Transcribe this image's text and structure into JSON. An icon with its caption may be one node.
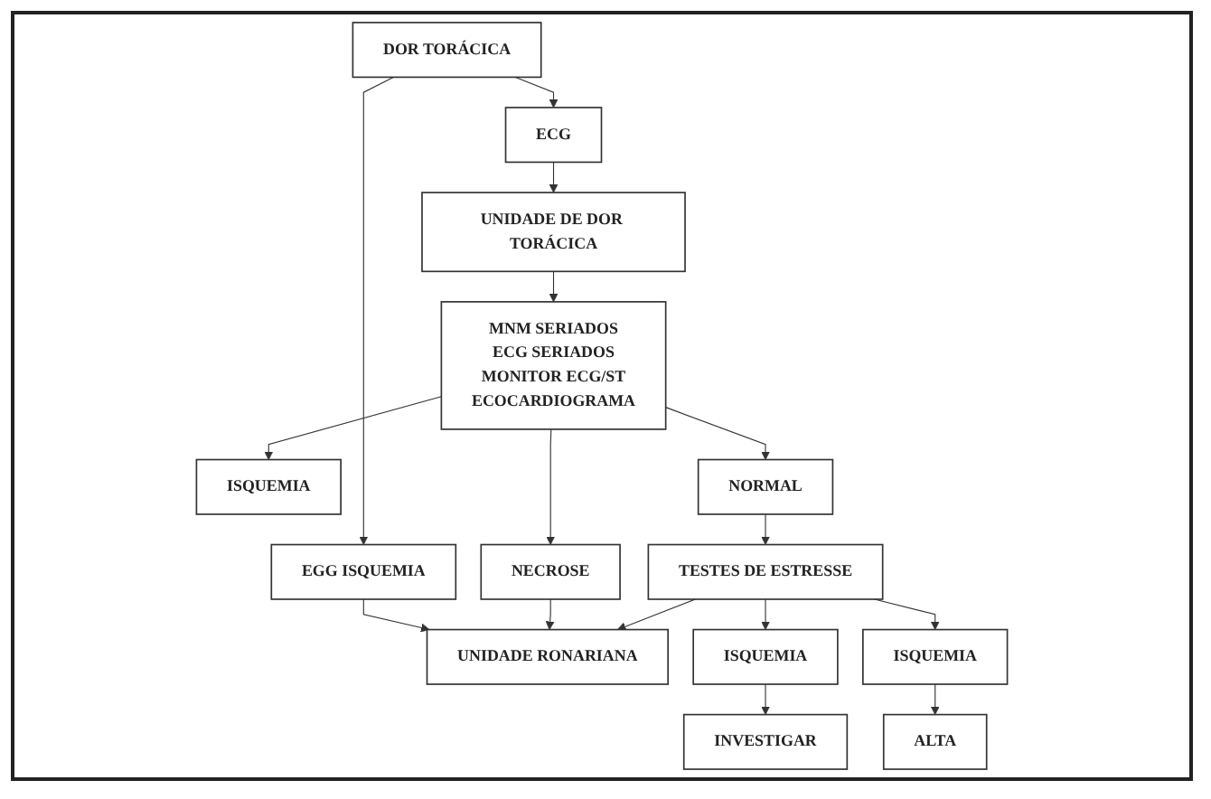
{
  "diagram": {
    "nodes": [
      {
        "text": [
          "DOR TORÁCICA"
        ]
      },
      {
        "text": [
          "EGG ISQUEMIA"
        ]
      },
      {
        "text": [
          "ECG"
        ]
      },
      {
        "text": [
          "UNIDADE RONARIANA"
        ]
      },
      {
        "text": [
          "UNIDADE DE DOR TORÁCICA"
        ]
      },
      {
        "text": [
          "MNM SERIADOS",
          "ECG SERIADOS",
          "MONITOR ECG/ST",
          "ECOCARDIOGRAMA"
        ]
      },
      {
        "text": [
          "NECROSE"
        ]
      },
      {
        "text": [
          "ISQUEMIA"
        ]
      },
      {
        "text": [
          "NORMAL"
        ]
      },
      {
        "text": [
          "TESTES DE ESTRESSE"
        ]
      },
      {
        "text": [
          "ISQUEMIA"
        ]
      },
      {
        "text": [
          "ISQUEMIA"
        ]
      },
      {
        "text": [
          "INVESTIGAR"
        ]
      },
      {
        "text": [
          "ALTA"
        ]
      }
    ],
    "edges": [
      {
        "from": 0,
        "to": 1,
        "arrow": "to"
      },
      {
        "from": 0,
        "to": 2,
        "arrow": "to"
      },
      {
        "from": 1,
        "to": 3,
        "arrow": "to"
      },
      {
        "from": 2,
        "to": 4,
        "arrow": "to"
      },
      {
        "from": 4,
        "to": 5,
        "arrow": "to"
      },
      {
        "from": 5,
        "to": 6,
        "arrow": "to"
      },
      {
        "from": 5,
        "to": 7,
        "arrow": "to"
      },
      {
        "from": 5,
        "to": 8,
        "arrow": "to"
      },
      {
        "from": 6,
        "to": 3,
        "arrow": "to"
      },
      {
        "from": 8,
        "to": 9,
        "arrow": "to"
      },
      {
        "from": 9,
        "to": 10,
        "arrow": "to"
      },
      {
        "from": 9,
        "to": 11,
        "arrow": "to"
      },
      {
        "from": 9,
        "to": 3,
        "arrow": "to"
      },
      {
        "from": 10,
        "to": 12,
        "arrow": "to"
      },
      {
        "from": 11,
        "to": 13,
        "arrow": "to"
      }
    ]
  }
}
